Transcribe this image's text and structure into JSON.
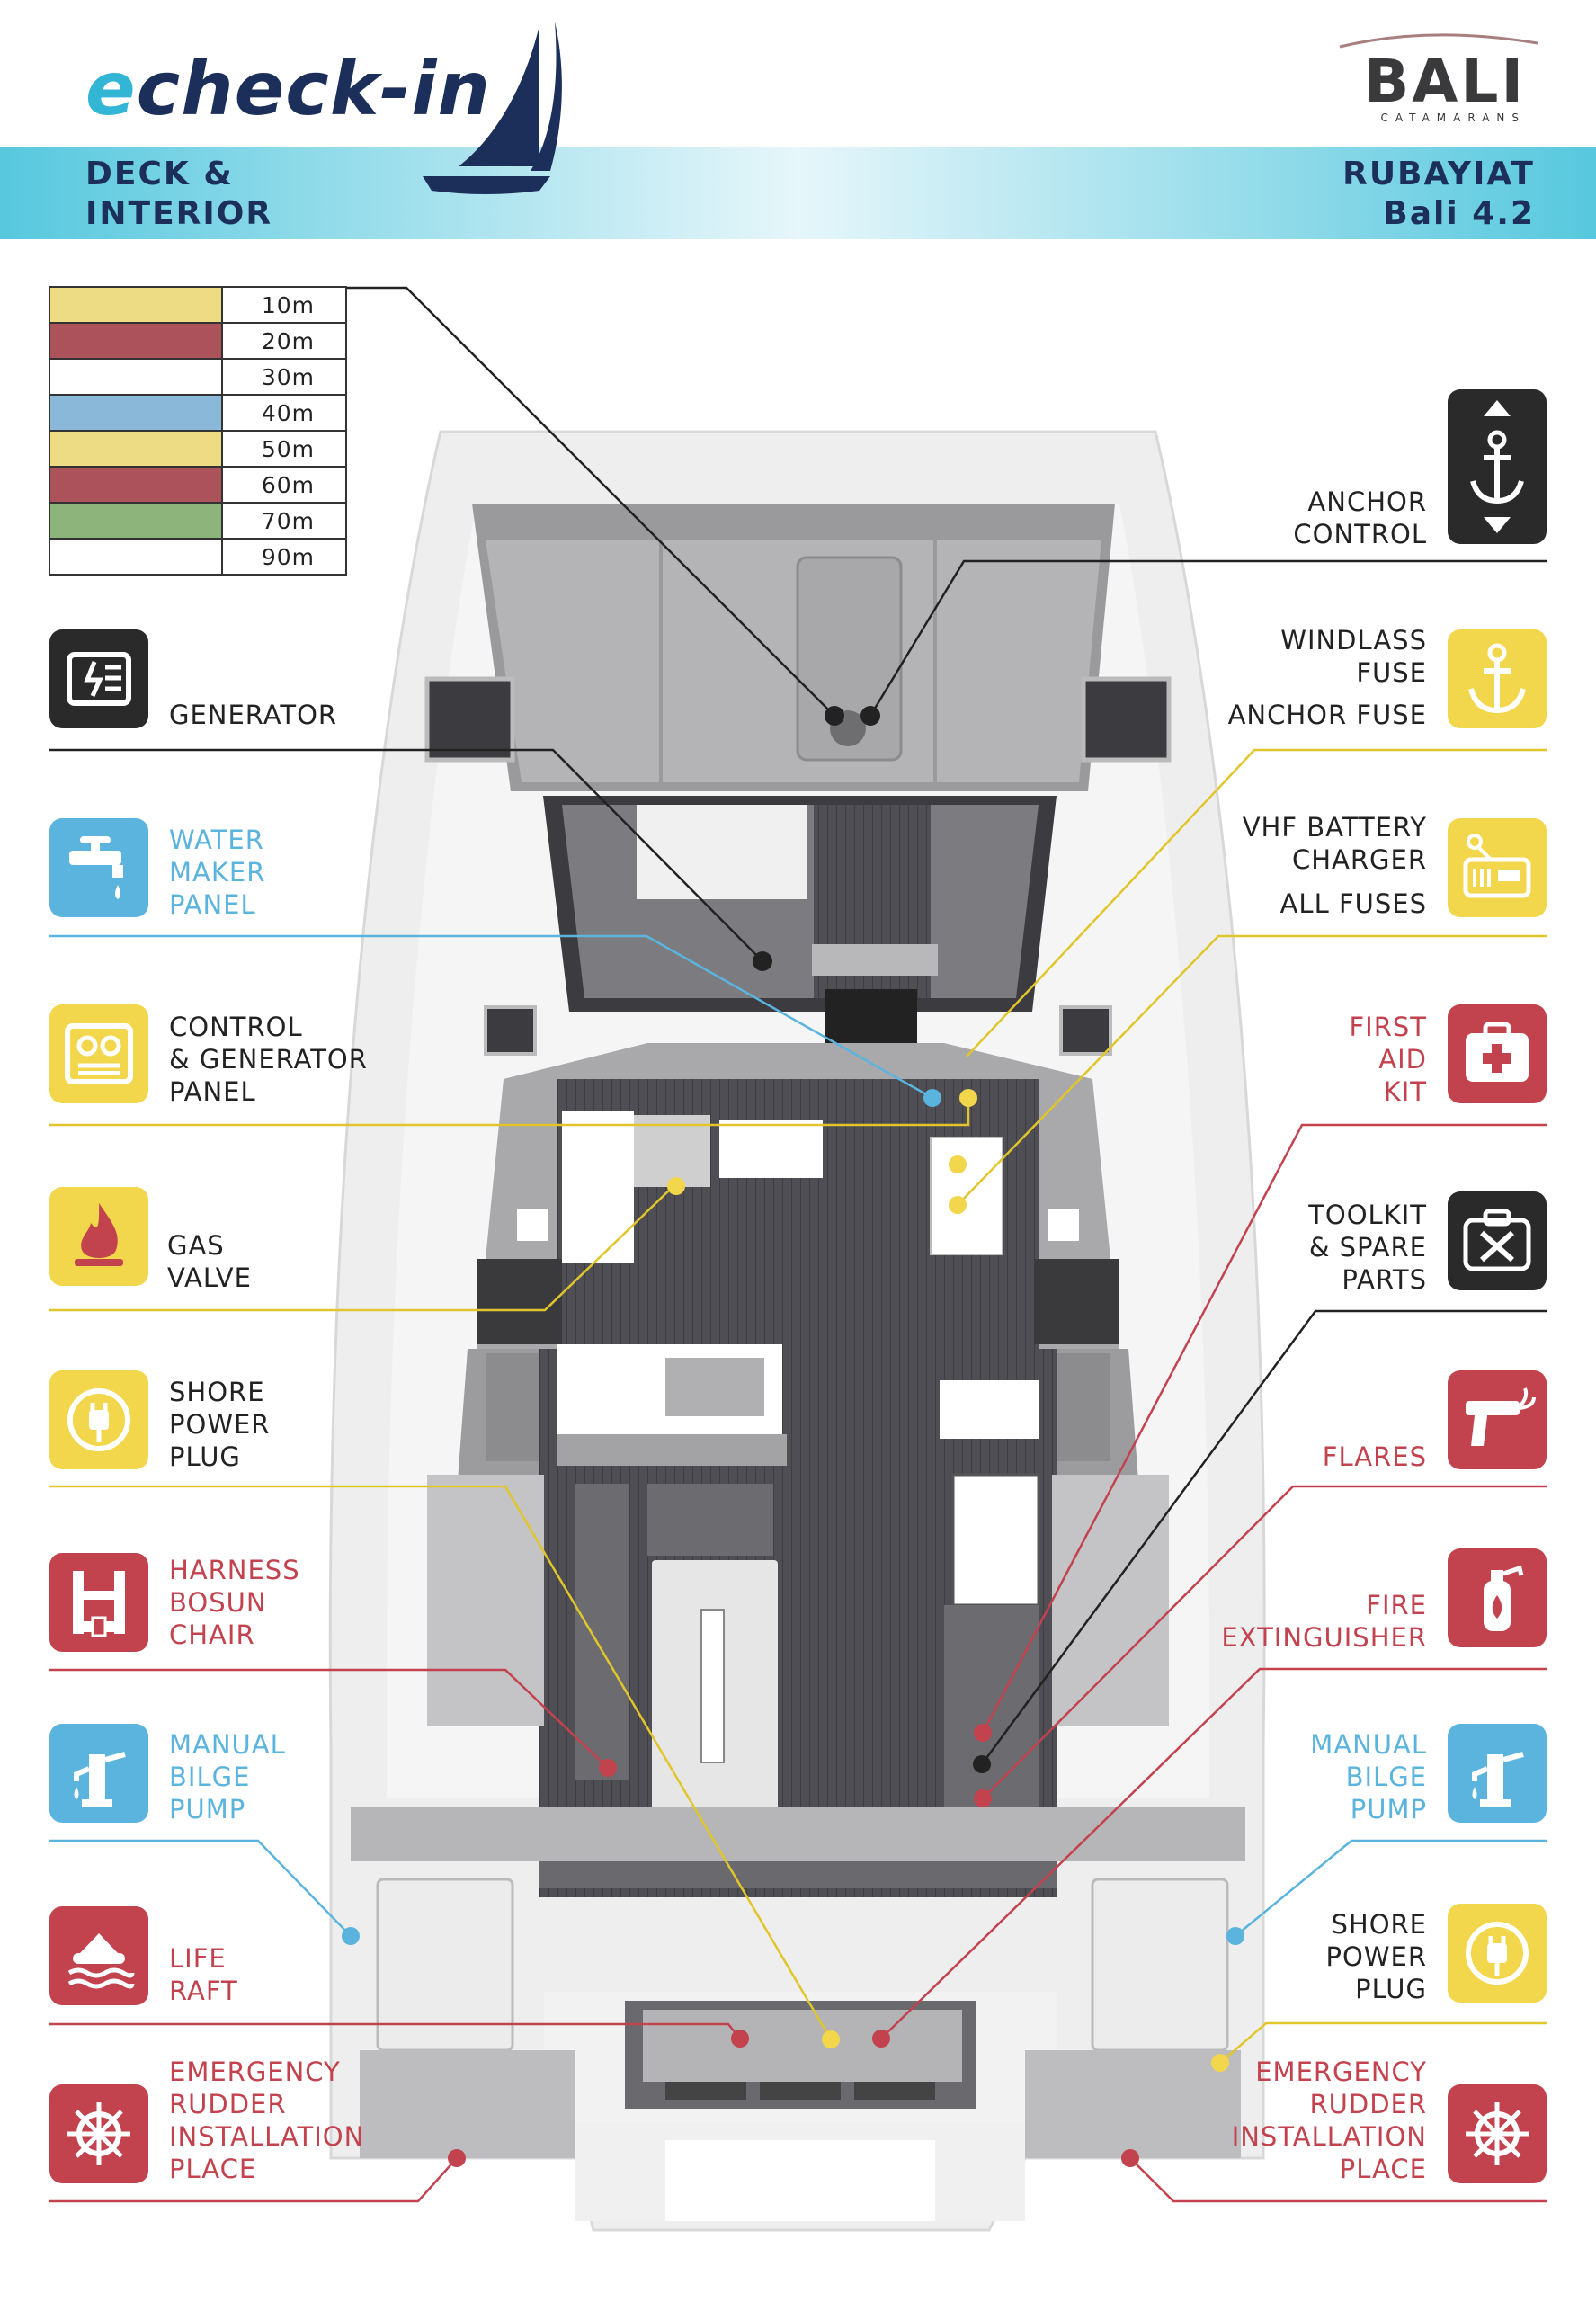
{
  "header": {
    "logo_e": "e",
    "logo_rest": "check-in",
    "section": "DECK &\nINTERIOR",
    "boat_name": "RUBAYIAT",
    "boat_model": "Bali 4.2",
    "brand": "BALI",
    "brand_sub": "CATAMARANS"
  },
  "colors": {
    "yellow": "#f2d64b",
    "red": "#c2424e",
    "blue": "#5bb4de",
    "black": "#2a2a2a",
    "navy": "#1c2f5a",
    "cyan_band": "#5ccbe0"
  },
  "legend": [
    {
      "label": "10m",
      "color": "#eedc84"
    },
    {
      "label": "20m",
      "color": "#ab525a"
    },
    {
      "label": "30m",
      "color": "#ffffff"
    },
    {
      "label": "40m",
      "color": "#8ab8d8"
    },
    {
      "label": "50m",
      "color": "#eedc84"
    },
    {
      "label": "60m",
      "color": "#ab525a"
    },
    {
      "label": "70m",
      "color": "#8db47b"
    },
    {
      "label": "90m",
      "color": "#ffffff"
    }
  ],
  "labels": {
    "anchor_control": "ANCHOR\nCONTROL",
    "generator": "GENERATOR",
    "windlass_fuse": "WINDLASS\nFUSE",
    "anchor_fuse": "ANCHOR FUSE",
    "water_maker": "WATER\nMAKER\nPANEL",
    "vhf": "VHF BATTERY\nCHARGER",
    "all_fuses": "ALL FUSES",
    "control_panel": "CONTROL\n& GENERATOR\nPANEL",
    "first_aid": "FIRST\nAID\nKIT",
    "gas_valve": "GAS\nVALVE",
    "toolkit": "TOOLKIT\n& SPARE\nPARTS",
    "shore_power_left": "SHORE\nPOWER\nPLUG",
    "flares": "FLARES",
    "harness": "HARNESS\nBOSUN\nCHAIR",
    "fire_ext": "FIRE\nEXTINGUISHER",
    "bilge_left": "MANUAL\nBILGE\nPUMP",
    "bilge_right": "MANUAL\nBILGE\nPUMP",
    "life_raft": "LIFE\nRAFT",
    "shore_power_right": "SHORE\nPOWER\nPLUG",
    "rudder_left": "EMERGENCY\nRUDDER\nINSTALLATION\nPLACE",
    "rudder_right": "EMERGENCY\nRUDDER\nINSTALLATION\nPLACE"
  },
  "icons": [
    "anchor-control-icon",
    "generator-icon",
    "anchor-icon",
    "water-tap-icon",
    "radio-icon",
    "control-panel-icon",
    "first-aid-icon",
    "flame-icon",
    "toolkit-icon",
    "plug-icon",
    "flare-gun-icon",
    "harness-icon",
    "extinguisher-icon",
    "pump-icon",
    "life-raft-icon",
    "helm-icon"
  ]
}
